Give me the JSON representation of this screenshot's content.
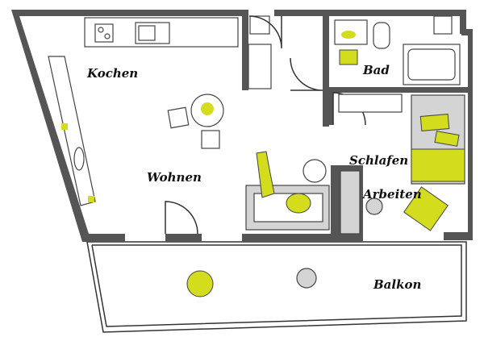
{
  "rooms": {
    "kitchen": "Kochen",
    "living": "Wohnen",
    "bath": "Bad",
    "sleeping": "Schlafen",
    "working": "Arbeiten",
    "balcony": "Balkon"
  },
  "colors": {
    "accent": "#d4dc1e",
    "wall": "#555555",
    "furniture_gray": "#d4d4d4"
  }
}
